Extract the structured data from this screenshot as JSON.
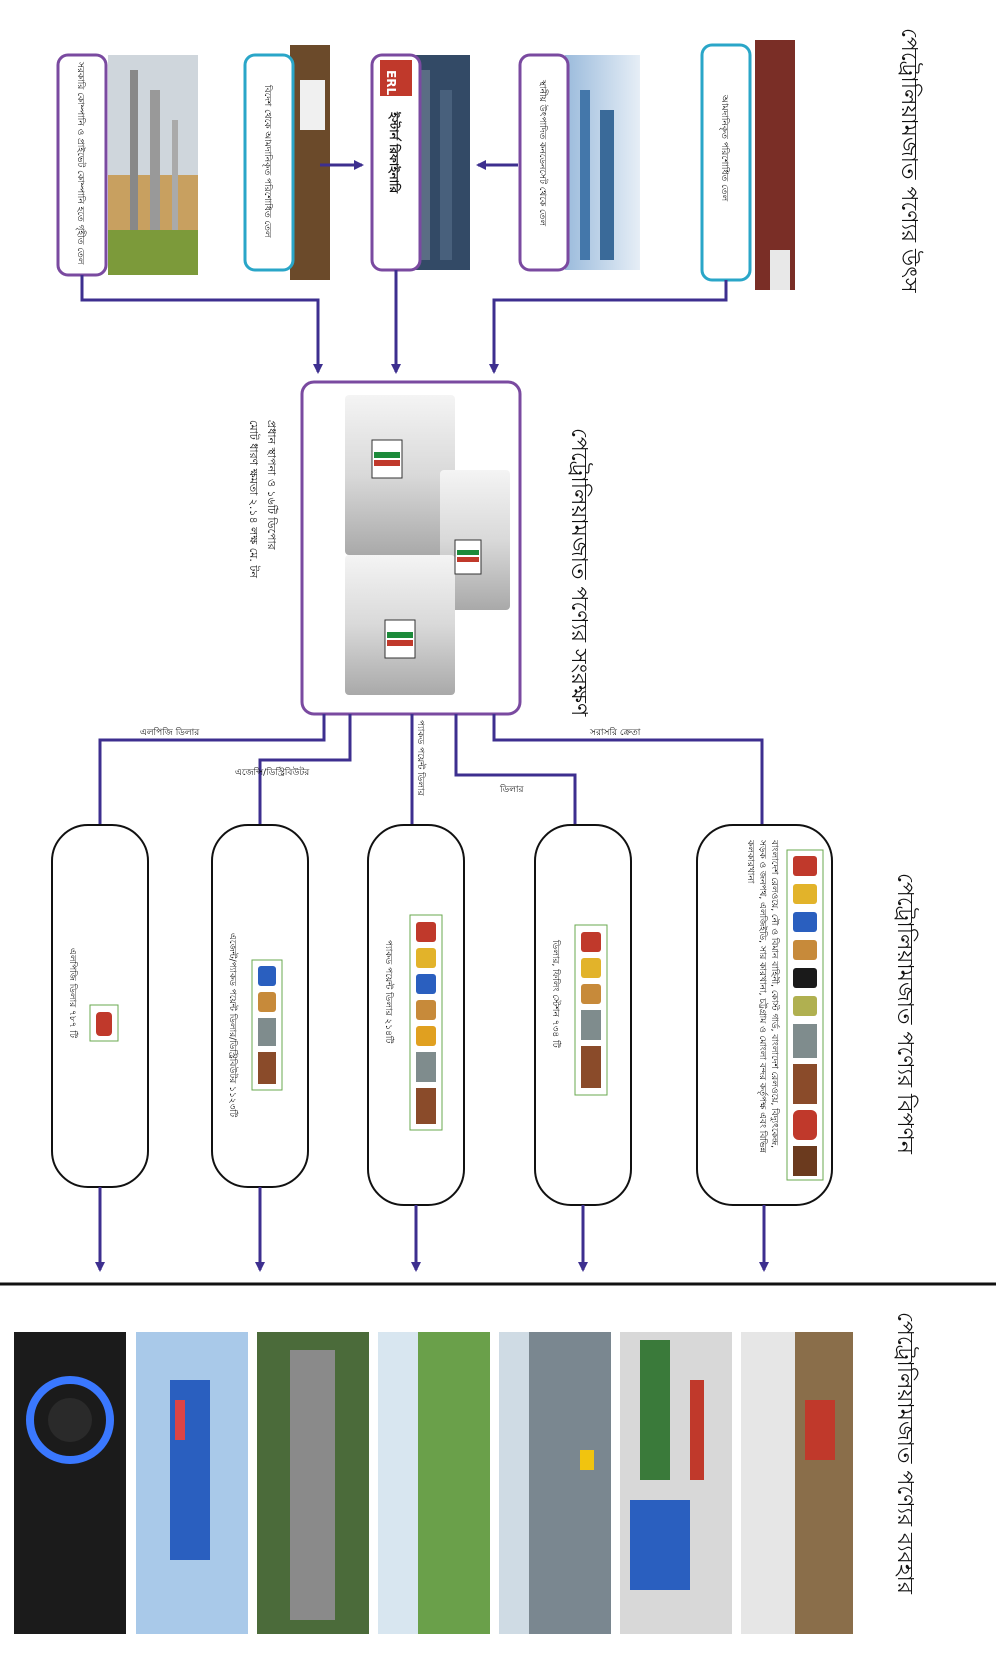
{
  "sections": {
    "sources_title": "পেট্রোলিয়ামজাত পণ্যের উৎস",
    "storage_title": "পেট্রোলিয়ামজাত পণ্যের সংরক্ষণ",
    "marketing_title": "পেট্রোলিয়ামজাত পণ্যের বিপণন",
    "usage_title": "পেট্রোলিয়ামজাত পণ্যের ব্যবহার"
  },
  "sources": [
    {
      "text": "সরকারি কোম্পানি ও প্রাইভেট কোম্পানি হতে গৃহীত তেল"
    },
    {
      "text": "বিদেশ থেকে আমদানিকৃত পরিশোধিত তেল"
    },
    {
      "text": "ইস্টার্ন রিফাইনারি"
    },
    {
      "text": "স্থানীয় উৎপাদিত কনডেনসেট থেকে তেল"
    },
    {
      "text": "আমদানিকৃত পরিশোধিত তেল"
    }
  ],
  "refinery_logo": "ERL",
  "storage": {
    "caption_line1": "প্রধান স্থাপনা ও ১৬টি ডিপোর",
    "caption_line2": "মোট ধারণ ক্ষমতা ২.১৪ লক্ষ মে. টন"
  },
  "channels": [
    {
      "label": "এলপিজি ডিলার",
      "box_text": "এলপিজি ডিলার ৭৮৭ টি"
    },
    {
      "label": "এজেন্সি/ডিস্ট্রিবিউটর",
      "box_text": "এজেন্ট/প্যাকড পয়েন্ট ডিলার/ডিস্ট্রিবিউটর ১১২৩টি"
    },
    {
      "label": "প্যাকড পয়েন্ট ডিলার",
      "box_text": "প্যাকড পয়েন্ট ডিলার ২১৪টি"
    },
    {
      "label": "ডিলার",
      "box_text": "ডিলার, ফিলিং স্টেশন ৭৩৪ টি"
    },
    {
      "label": "সরাসরি ক্রেতা",
      "box_text": "বাংলাদেশ রেলওয়ে, নৌ ও বিমান বাহিনী, কোস্ট গার্ড, বাংলাদেশ রেলওয়ে, বিদ্যুৎকেন্দ্র, সড়ক ও জনপথ, এলজিইডি, সার কারখানা, চট্টগ্রাম ও মোংলা বন্দর কর্তৃপক্ষ এবং বিভিন্ন কলকারখানা"
    }
  ],
  "usage_images": [
    {
      "icon": "gas-stove-flame"
    },
    {
      "icon": "ship-at-port"
    },
    {
      "icon": "city-traffic"
    },
    {
      "icon": "farm-field"
    },
    {
      "icon": "highway-road"
    },
    {
      "icon": "fuel-station"
    },
    {
      "icon": "railway-train"
    }
  ],
  "colors": {
    "arrow": "#3d2f8f",
    "purple_frame": "#7a4aa0",
    "cyan_frame": "#2aa6c8",
    "divider": "#111111"
  }
}
